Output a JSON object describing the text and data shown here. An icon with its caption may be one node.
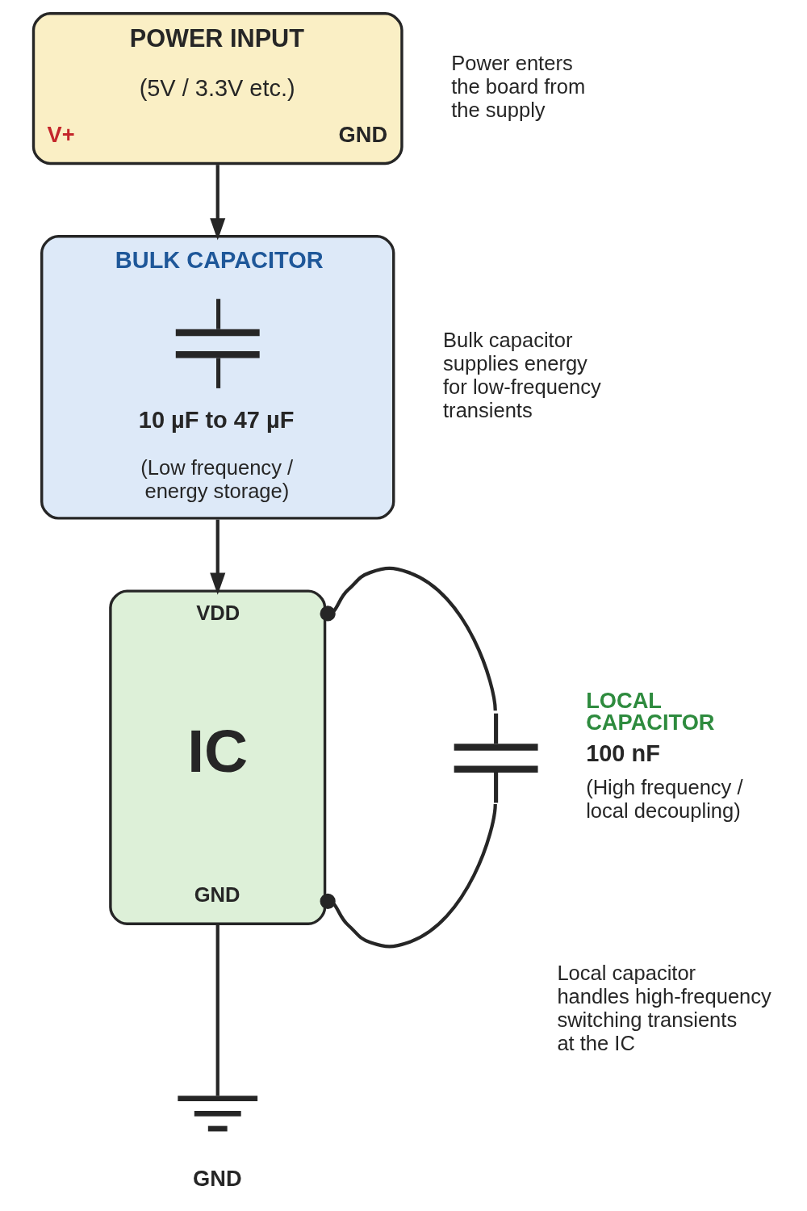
{
  "diagram": {
    "nodes": [
      {
        "text": [
          "POWER INPUT",
          "(5V / 3.3V etc.)",
          "V+",
          "GND"
        ],
        "beside": [
          "Power enters the board from the supply"
        ]
      },
      {
        "text": [
          "BULK CAPACITOR",
          "10 µF to 47 µF",
          "(Low frequency / energy storage)"
        ],
        "beside": [
          "Bulk capacitor supplies energy for low-frequency transients"
        ]
      },
      {
        "text": [
          "VDD",
          "IC",
          "GND"
        ]
      },
      {
        "text": [],
        "shape": "capacitor",
        "beside": [
          "LOCAL CAPACITOR",
          "100 nF",
          "(High frequency / local decoupling)"
        ]
      },
      {
        "text": [],
        "shape": "ground",
        "beside": [
          "GND"
        ]
      }
    ],
    "edges": [
      {
        "from": 0,
        "to": 1,
        "arrow": "to"
      },
      {
        "from": 1,
        "to": 2,
        "arrow": "to"
      },
      {
        "from": 2,
        "to": 3,
        "arrow": "other"
      },
      {
        "from": 2,
        "to": 3,
        "arrow": "other"
      },
      {
        "from": 2,
        "to": 4,
        "arrow": "none"
      }
    ],
    "labels": [
      "Local capacitor handles high-frequency switching transients at the IC"
    ]
  }
}
